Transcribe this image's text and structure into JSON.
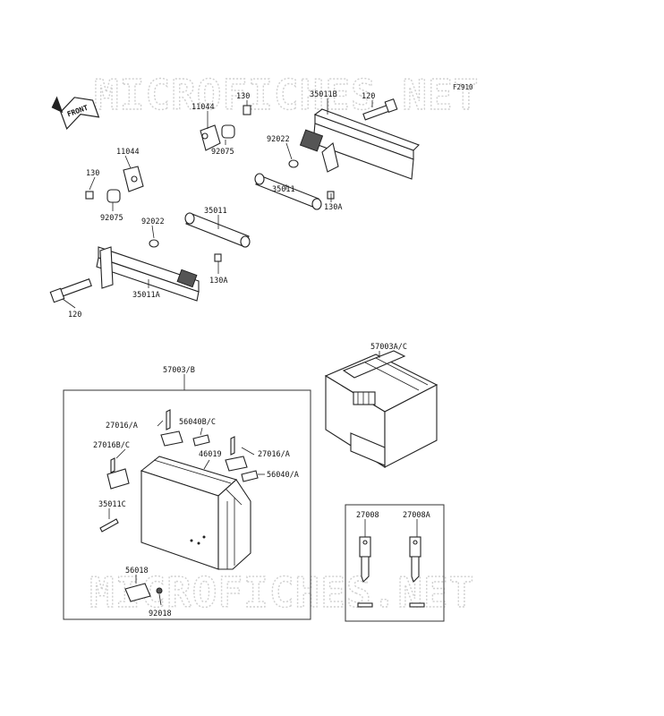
{
  "figure_code": "F2910",
  "watermark": "MICROFICHES.NET",
  "front_label": "FRONT",
  "parts": {
    "p130_top": "130",
    "p11044_top": "11044",
    "p92075_top": "92075",
    "p35011B": "35011B",
    "p120_top": "120",
    "p92022_top": "92022",
    "p35011_right": "35011",
    "p130A_right": "130A",
    "p11044_left": "11044",
    "p130_left": "130",
    "p92075_left": "92075",
    "p92022_mid": "92022",
    "p35011_mid": "35011",
    "p130A_mid": "130A",
    "p35011A": "35011A",
    "p120_bottom": "120",
    "p57003AC": "57003A/C",
    "p57003B": "57003/B",
    "p27016A_left": "27016/A",
    "p56040BC": "56040B/C",
    "p27016BC": "27016B/C",
    "p46019": "46019",
    "p27016A_right": "27016/A",
    "p56040A": "56040/A",
    "p35011C": "35011C",
    "p56018": "56018",
    "p92018": "92018",
    "p27008": "27008",
    "p27008A": "27008A"
  }
}
